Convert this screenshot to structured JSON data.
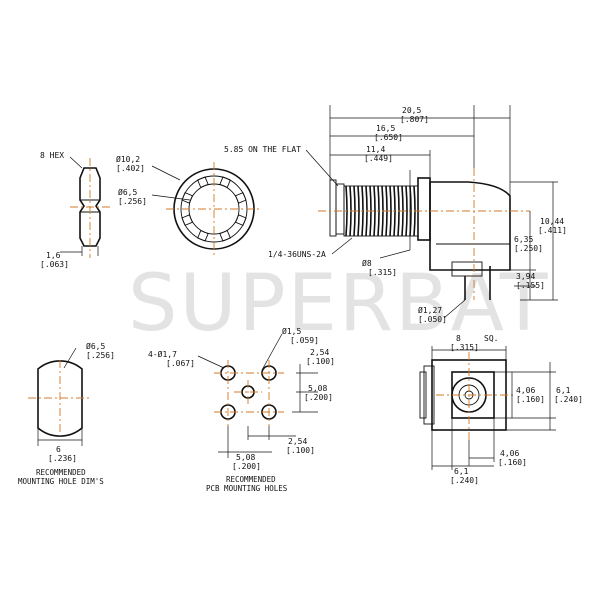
{
  "watermark": "SUPERBAT",
  "colors": {
    "line": "#111111",
    "centerline": "#d07a2a",
    "watermark": "#c9c9c9"
  },
  "nut": {
    "hex_label": "8 HEX",
    "dia_outer": "Ø10,2",
    "dia_outer_in": "[.402]",
    "dia_inner": "Ø6,5",
    "dia_inner_in": "[.256]",
    "thick": "1,6",
    "thick_in": "[.063]"
  },
  "side": {
    "len_total": "20,5",
    "len_total_in": "[.807]",
    "len_mid": "16,5",
    "len_mid_in": "[.650]",
    "len_short": "11,4",
    "len_short_in": "[.449]",
    "flat_label": "5.85 ON THE FLAT",
    "thread_label": "1/4-36UNS-2A",
    "dia8": "Ø8",
    "dia8_in": "[.315]",
    "h_total": "10,44",
    "h_total_in": "[.411]",
    "h_center": "6,35",
    "h_center_in": "[.250]",
    "h_pin": "3,94",
    "h_pin_in": "[.155]",
    "pin_dia": "Ø1,27",
    "pin_dia_in": "[.050]"
  },
  "mount_hole": {
    "dia": "Ø6,5",
    "dia_in": "[.256]",
    "flat": "6",
    "flat_in": "[.236]",
    "caption1": "RECOMMENDED",
    "caption2": "MOUNTING HOLE DIM'S"
  },
  "pcb": {
    "hole4": "4-Ø1,7",
    "hole4_in": "[.067]",
    "hole1": "Ø1,5",
    "hole1_in": "[.059]",
    "dx1": "2,54",
    "dx1_in": "[.100]",
    "dy": "5,08",
    "dy_in": "[.200]",
    "dx2": "2,54",
    "dx2_in": "[.100]",
    "span": "5,08",
    "span_in": "[.200]",
    "caption1": "RECOMMENDED",
    "caption2": "PCB MOUNTING HOLES"
  },
  "bottom": {
    "sq": "8",
    "sq_in": "[.315]",
    "sq_label": "SQ.",
    "h1": "4,06",
    "h1_in": "[.160]",
    "h2": "6,1",
    "h2_in": "[.240]",
    "w1": "4,06",
    "w1_in": "[.160]",
    "w2": "6,1",
    "w2_in": "[.240]"
  }
}
